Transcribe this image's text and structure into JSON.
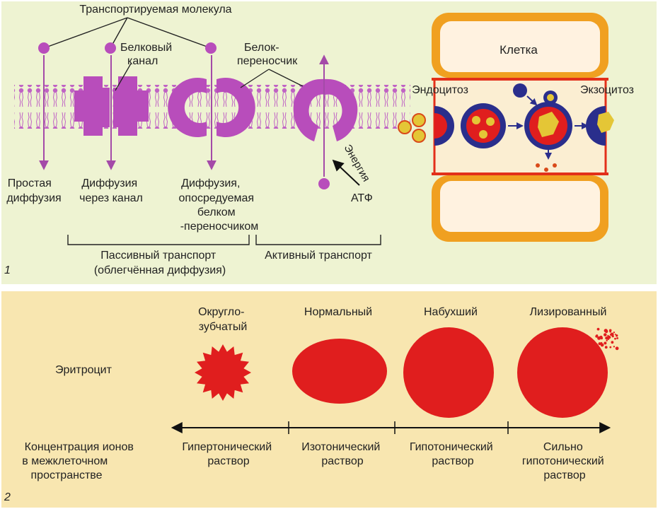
{
  "colors": {
    "panel1_bg": "#eef3d2",
    "panel2_bg": "#f8e6b0",
    "protein": "#b84dbb",
    "arrow": "#a44aa8",
    "rbc": "#e01e1e",
    "cell_orange": "#f0a020",
    "cell_inner": "#fff2e0",
    "vesicle_blue": "#2a2e8c",
    "cargo_yellow": "#e4c636"
  },
  "panel1": {
    "number": "1",
    "molecule_label": "Транспортируемая молекула",
    "channel_label": [
      "Белковый",
      "канал"
    ],
    "carrier_label": [
      "Белок-",
      "переносчик"
    ],
    "simple_diffusion": [
      "Простая",
      "диффузия"
    ],
    "channel_diffusion": [
      "Диффузия",
      "через канал"
    ],
    "carrier_diffusion": [
      "Диффузия,",
      "опосредуемая",
      "белком",
      "-переносчиком"
    ],
    "energy": "Энергия",
    "atp": "АТФ",
    "passive": [
      "Пассивный транспорт",
      "(облегчённая диффузия)"
    ],
    "active": "Активный транспорт",
    "cell": "Клетка",
    "endocytosis": "Эндоцитоз",
    "exocytosis": "Экзоцитоз"
  },
  "panel2": {
    "number": "2",
    "erythrocyte": "Эритроцит",
    "concentration": [
      "Концентрация ионов",
      "в межклеточном",
      "пространстве"
    ],
    "states": [
      {
        "name": [
          "Округло-",
          "зубчатый"
        ],
        "solution": [
          "Гипертонический",
          "раствор"
        ]
      },
      {
        "name": [
          "Нормальный"
        ],
        "solution": [
          "Изотонический",
          "раствор"
        ]
      },
      {
        "name": [
          "Набухший"
        ],
        "solution": [
          "Гипотонический",
          "раствор"
        ]
      },
      {
        "name": [
          "Лизированный"
        ],
        "solution": [
          "Сильно",
          "гипотонический",
          "раствор"
        ]
      }
    ]
  }
}
